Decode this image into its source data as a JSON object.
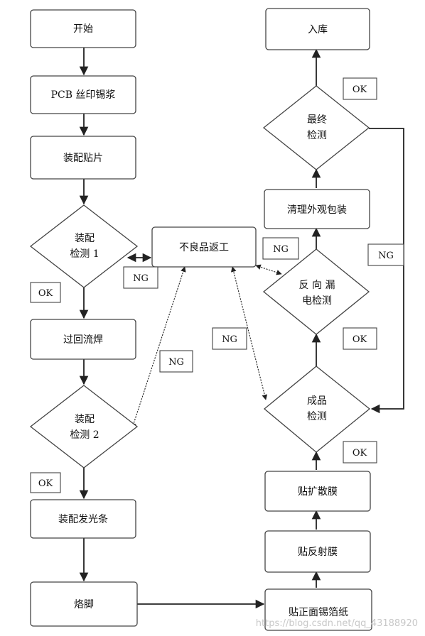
{
  "nodes": {
    "start": "开始",
    "pcb_print": "PCB 丝印锡浆",
    "assembly_mount": "装配贴片",
    "assembly_check1_l1": "装配",
    "assembly_check1_l2": "检测 1",
    "defect_rework": "不良品返工",
    "reflow": "过回流焊",
    "assembly_check2_l1": "装配",
    "assembly_check2_l2": "检测 2",
    "light_bar": "装配发光条",
    "solder_pin": "烙脚",
    "warehouse": "入库",
    "final_check_l1": "最终",
    "final_check_l2": "检测",
    "clean_pack": "清理外观包装",
    "reverse_leak_l1": "反 向 漏",
    "reverse_leak_l2": "电检测",
    "product_check_l1": "成品",
    "product_check_l2": "检测",
    "diffuser_film": "贴扩散膜",
    "reflector_film": "贴反射膜",
    "front_foil": "贴正面锡箔纸"
  },
  "labels": {
    "ok_check1": "OK",
    "ok_check2": "OK",
    "ok_final": "OK",
    "ok_leak": "OK",
    "ok_product": "OK",
    "ng_check1": "NG",
    "ng_check2": "NG",
    "ng_leak": "NG",
    "ng_product": "NG",
    "ng_final": "NG"
  },
  "watermark": "https://blog.csdn.net/qq_43188920"
}
